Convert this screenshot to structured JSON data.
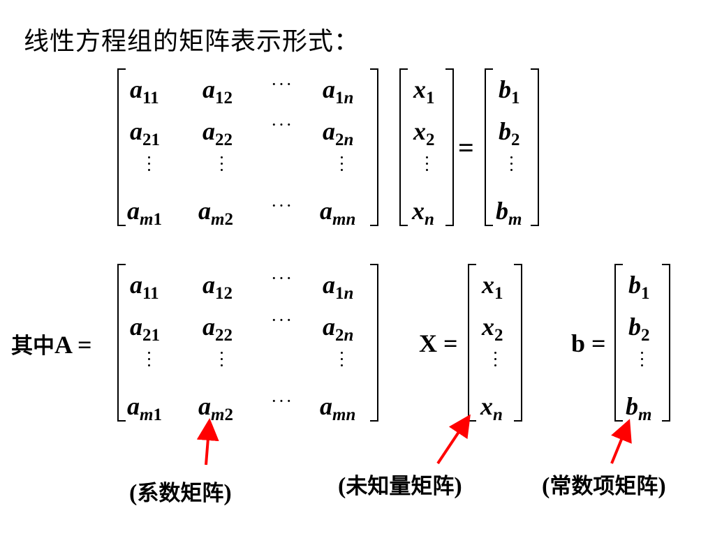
{
  "title": "线性方程组的矩阵表示形式：",
  "equation": {
    "equals": "="
  },
  "labels": {
    "qizhong": "其中",
    "A": "A",
    "X": "X",
    "b": "b",
    "equals": "="
  },
  "matrix_A": {
    "rows": [
      [
        {
          "base": "a",
          "sub": "11"
        },
        {
          "base": "a",
          "sub": "12"
        },
        {
          "base": "···",
          "sub": ""
        },
        {
          "base": "a",
          "sub": "1n"
        }
      ],
      [
        {
          "base": "a",
          "sub": "21"
        },
        {
          "base": "a",
          "sub": "22"
        },
        {
          "base": "···",
          "sub": ""
        },
        {
          "base": "a",
          "sub": "2n"
        }
      ],
      [
        {
          "base": "a",
          "sub": "m1"
        },
        {
          "base": "a",
          "sub": "m2"
        },
        {
          "base": "···",
          "sub": ""
        },
        {
          "base": "a",
          "sub": "mn"
        }
      ]
    ]
  },
  "vector_x": {
    "entries": [
      {
        "base": "x",
        "sub": "1"
      },
      {
        "base": "x",
        "sub": "2"
      },
      {
        "base": "x",
        "sub": "n"
      }
    ]
  },
  "vector_b": {
    "entries": [
      {
        "base": "b",
        "sub": "1"
      },
      {
        "base": "b",
        "sub": "2"
      },
      {
        "base": "b",
        "sub": "m"
      }
    ]
  },
  "captions": {
    "coefficient": {
      "open": "(",
      "text": "系数矩阵",
      "close": ")"
    },
    "unknown": {
      "open": "(",
      "text": "未知量矩阵",
      "close": ")"
    },
    "constant": {
      "open": "(",
      "text": "常数项矩阵",
      "close": ")"
    }
  },
  "colors": {
    "arrow": "#ff0000",
    "text": "#000000"
  }
}
